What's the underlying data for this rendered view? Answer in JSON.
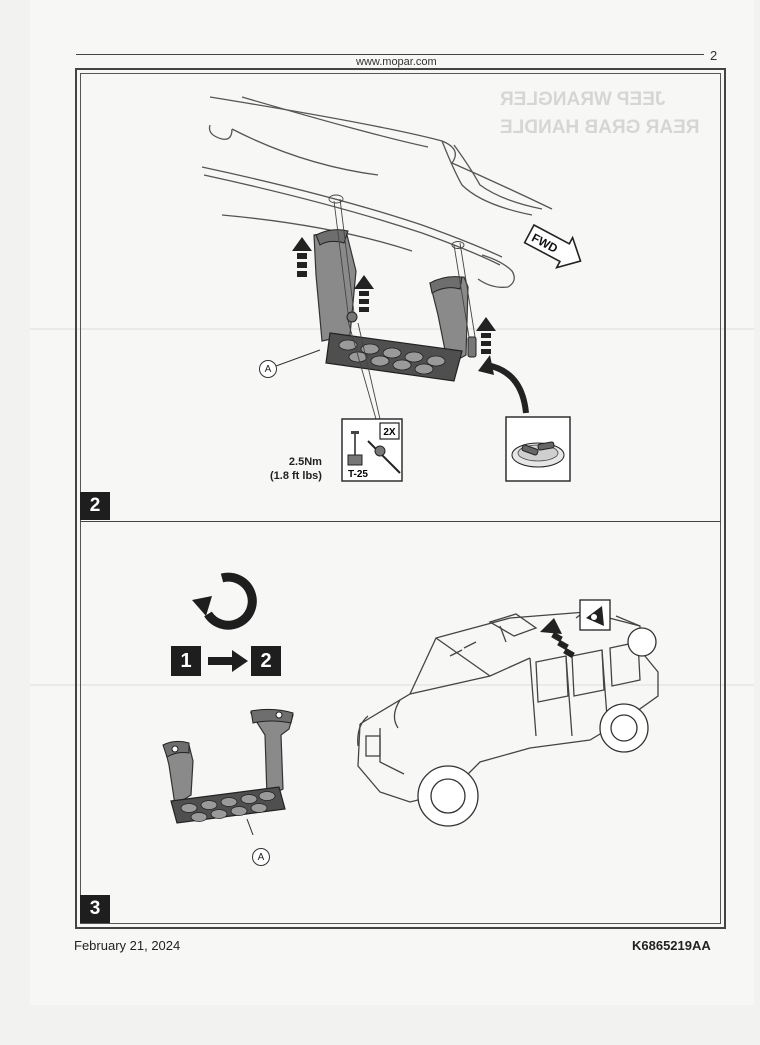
{
  "header": {
    "url": "www.mopar.com",
    "page_number": "2"
  },
  "step2": {
    "badge": "2",
    "callout_label": "A",
    "direction_label": "FWD",
    "quantity_label": "2X",
    "torque": "2.5Nm",
    "torque_imperial": "(1.8 ft lbs)",
    "driver_bit": "T-25",
    "background_text_1": "JEEP WRANGLER",
    "background_text_2": "REAR GRAB HANDLE"
  },
  "step3": {
    "badge": "3",
    "callout_label": "A",
    "flow_from": "1",
    "flow_to": "2",
    "icons": [
      "rotate-arrow-icon",
      "eye-icon",
      "arrow-right-icon"
    ]
  },
  "footer": {
    "date": "February 21, 2024",
    "part_number": "K6865219AA"
  }
}
